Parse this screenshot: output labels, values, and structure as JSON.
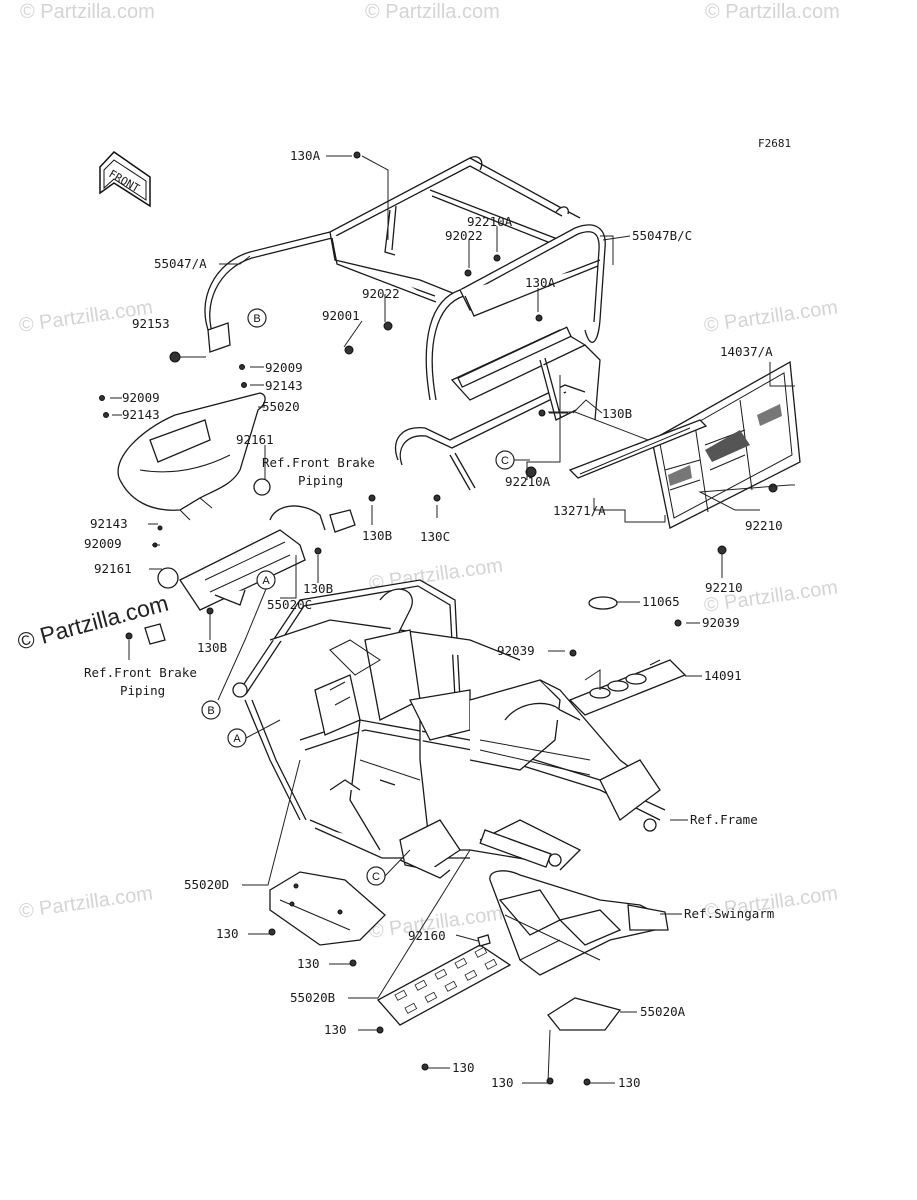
{
  "diagram_code": "F2681",
  "front_label": "FRONT",
  "watermark": "© Partzilla.com",
  "callouts": {
    "a": "A",
    "b": "B",
    "c": "C"
  },
  "parts": {
    "p130A_top": "130A",
    "p55047A": "55047/A",
    "p92210A_top": "92210A",
    "p92022_top": "92022",
    "p55047BC": "55047B/C",
    "p92022_mid": "92022",
    "p92001": "92001",
    "p130A_mid": "130A",
    "p92153": "92153",
    "p92009_a": "92009",
    "p92143_a": "92143",
    "p92009_b": "92009",
    "p55020": "55020",
    "p92143_b": "92143",
    "p14037A": "14037/A",
    "p130B_right": "130B",
    "p92161_top": "92161",
    "p92210A_mid": "92210A",
    "p13271A": "13271/A",
    "p130B_mid": "130B",
    "p130C": "130C",
    "p92210_a": "92210",
    "p92143_c": "92143",
    "p92009_c": "92009",
    "p92161_left": "92161",
    "p130B_low": "130B",
    "p55020C": "55020C",
    "p92210_b": "92210",
    "p130B_left": "130B",
    "p11065": "11065",
    "p92039_left": "92039",
    "p92039_right": "92039",
    "p14091": "14091",
    "p55020D": "55020D",
    "p130_a": "130",
    "p130_b": "130",
    "p92160": "92160",
    "p55020B": "55020B",
    "p130_c": "130",
    "p130_d": "130",
    "p55020A": "55020A",
    "p130_e": "130",
    "p130_f": "130"
  },
  "references": {
    "front_brake_top_1": "Ref.Front Brake",
    "front_brake_top_2": "Piping",
    "front_brake_low_1": "Ref.Front Brake",
    "front_brake_low_2": "Piping",
    "frame": "Ref.Frame",
    "swingarm": "Ref.Swingarm"
  }
}
